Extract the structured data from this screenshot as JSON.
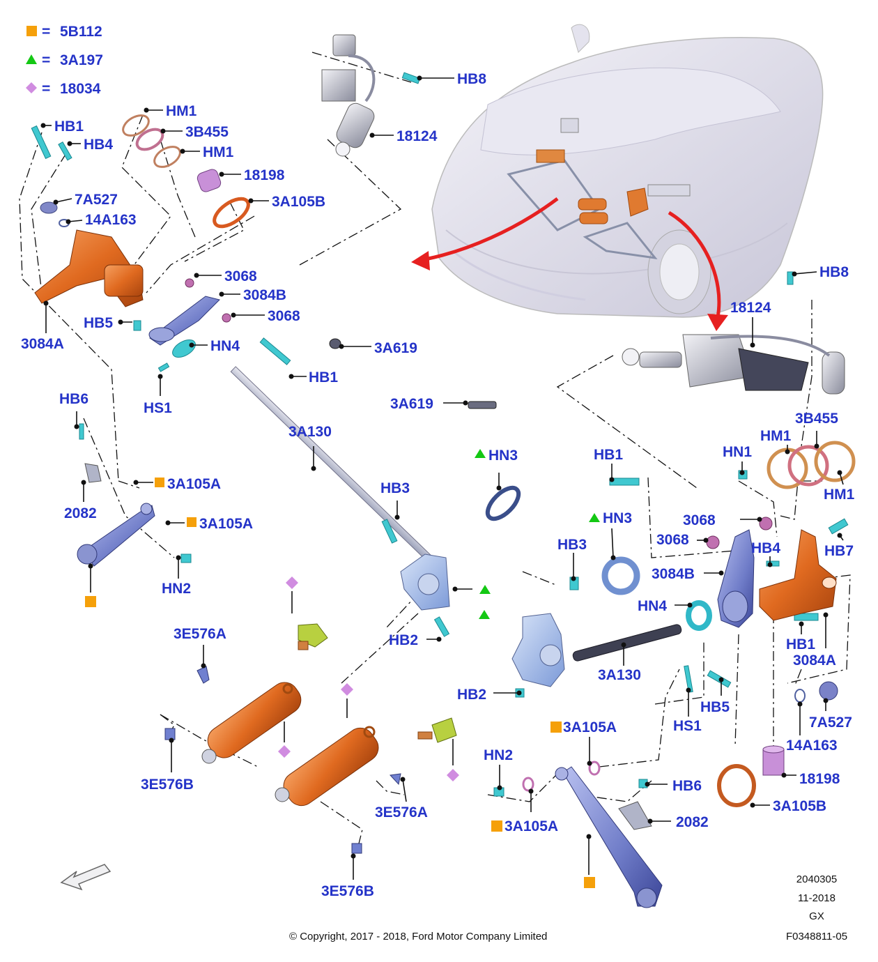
{
  "legend": [
    {
      "symbol": "square",
      "color": "#f5a00a",
      "eq": "=",
      "code": "5B112"
    },
    {
      "symbol": "triangle",
      "color": "#14c814",
      "eq": "=",
      "code": "3A197"
    },
    {
      "symbol": "diamond",
      "color": "#d08ce0",
      "eq": "=",
      "code": "18034"
    }
  ],
  "labels": {
    "hb8_top": "HB8",
    "c18124_top": "18124",
    "hb1_tl": "HB1",
    "hb4_tl": "HB4",
    "hm1_a": "HM1",
    "c3b455_tl": "3B455",
    "hm1_b": "HM1",
    "c18198_l": "18198",
    "c3a105b_l": "3A105B",
    "c7a527_l": "7A527",
    "c14a163_l": "14A163",
    "c3084a_l": "3084A",
    "c3068_a": "3068",
    "c3084b_l": "3084B",
    "c3068_b": "3068",
    "hb5_l": "HB5",
    "hn4_l": "HN4",
    "hs1_l": "HS1",
    "hb1_mid": "HB1",
    "c3a619_a": "3A619",
    "c3a619_b": "3A619",
    "hb6_l": "HB6",
    "c3a105a_a": "3A105A",
    "c2082_l": "2082",
    "c3a105a_b": "3A105A",
    "hn2_l": "HN2",
    "c3a130_l": "3A130",
    "hn3_l": "HN3",
    "hb3_l": "HB3",
    "hb2_l": "HB2",
    "c3e576a_l": "3E576A",
    "c3e576b_l": "3E576B",
    "c3e576a_r": "3E576A",
    "c3e576b_r": "3E576B",
    "hb8_r": "HB8",
    "c18124_r": "18124",
    "c3b455_r": "3B455",
    "hm1_c": "HM1",
    "hn1_r": "HN1",
    "hm1_d": "HM1",
    "hb1_r": "HB1",
    "hn3_r": "HN3",
    "c3068_c": "3068",
    "c3068_d": "3068",
    "hb4_r": "HB4",
    "hb7_r": "HB7",
    "hb3_r": "HB3",
    "c3084b_r": "3084B",
    "hn4_r": "HN4",
    "hb1_r2": "HB1",
    "c3084a_r": "3084A",
    "c3a130_r": "3A130",
    "hb2_r": "HB2",
    "hb5_r": "HB5",
    "hs1_r": "HS1",
    "c7a527_r": "7A527",
    "c3a105a_r": "3A105A",
    "c14a163_r": "14A163",
    "hn2_r": "HN2",
    "c18198_r": "18198",
    "hb6_r": "HB6",
    "c3a105b_r": "3A105B",
    "c2082_r": "2082",
    "c3a105a_r2": "3A105A"
  },
  "footer": {
    "code": "2040305",
    "date": "11-2018",
    "region": "GX",
    "copyright": "© Copyright, 2017 - 2018, Ford Motor Company Limited",
    "ref": "F0348811-05"
  },
  "colors": {
    "label": "#2433c8",
    "part_orange": "#e8782e",
    "part_blue": "#7080c8",
    "part_cyan": "#40c8d0",
    "part_pink": "#c060a0",
    "arrow_red": "#e62020"
  }
}
